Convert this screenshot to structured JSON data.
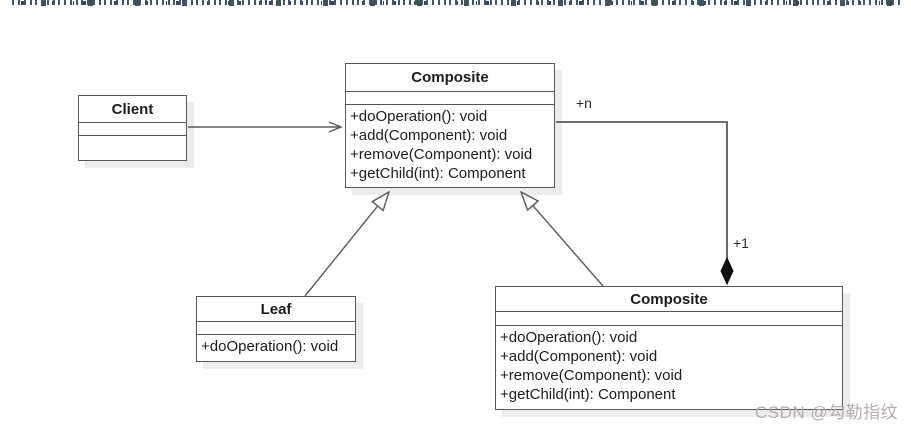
{
  "labels": {
    "multiplicity_n": "+n",
    "multiplicity_1": "+1"
  },
  "classes": {
    "client": {
      "title": "Client",
      "attributes": [],
      "methods": []
    },
    "composite_top": {
      "title": "Composite",
      "attributes": [],
      "methods": [
        "+doOperation(): void",
        "+add(Component): void",
        "+remove(Component): void",
        "+getChild(int): Component"
      ]
    },
    "leaf": {
      "title": "Leaf",
      "attributes": [],
      "methods": [
        "+doOperation(): void"
      ]
    },
    "composite_bottom": {
      "title": "Composite",
      "attributes": [],
      "methods": [
        "+doOperation(): void",
        "+add(Component): void",
        "+remove(Component): void",
        "+getChild(int): Component"
      ]
    }
  },
  "relationships": {
    "client_to_composite": "association",
    "leaf_to_composite": "generalization",
    "composite_bottom_to_composite": "generalization",
    "composite_to_composite_bottom": "composition"
  },
  "watermark": {
    "text": "CSDN @勾勒指纹"
  },
  "colors": {
    "box_border": "#555555",
    "connector": "#5a5a5a",
    "shadow": "#ececec",
    "diamond_fill": "#111111",
    "watermark": "#b6acac",
    "background": "#ffffff"
  }
}
